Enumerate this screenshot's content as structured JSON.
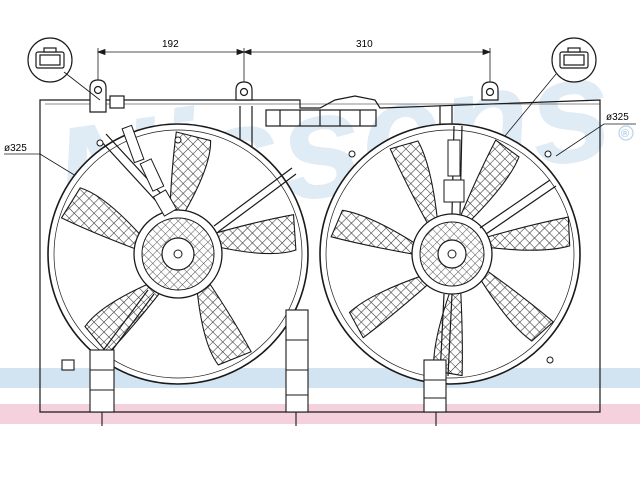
{
  "watermark": {
    "brand": "Nissens",
    "registered": "®"
  },
  "dimensions": {
    "bracket_spacing_left": "192",
    "bracket_spacing_right": "310",
    "left_fan_diameter": "ø325",
    "right_fan_diameter": "ø325"
  },
  "fans": [
    {
      "name": "left",
      "blades": 5
    },
    {
      "name": "right",
      "blades": 7
    }
  ],
  "colors": {
    "line": "#1a1a1a",
    "watermark": "#b9d3ea",
    "watermark_band": "#c7ddef",
    "pink_band": "#f2c9d6",
    "hatch": "#333333"
  }
}
